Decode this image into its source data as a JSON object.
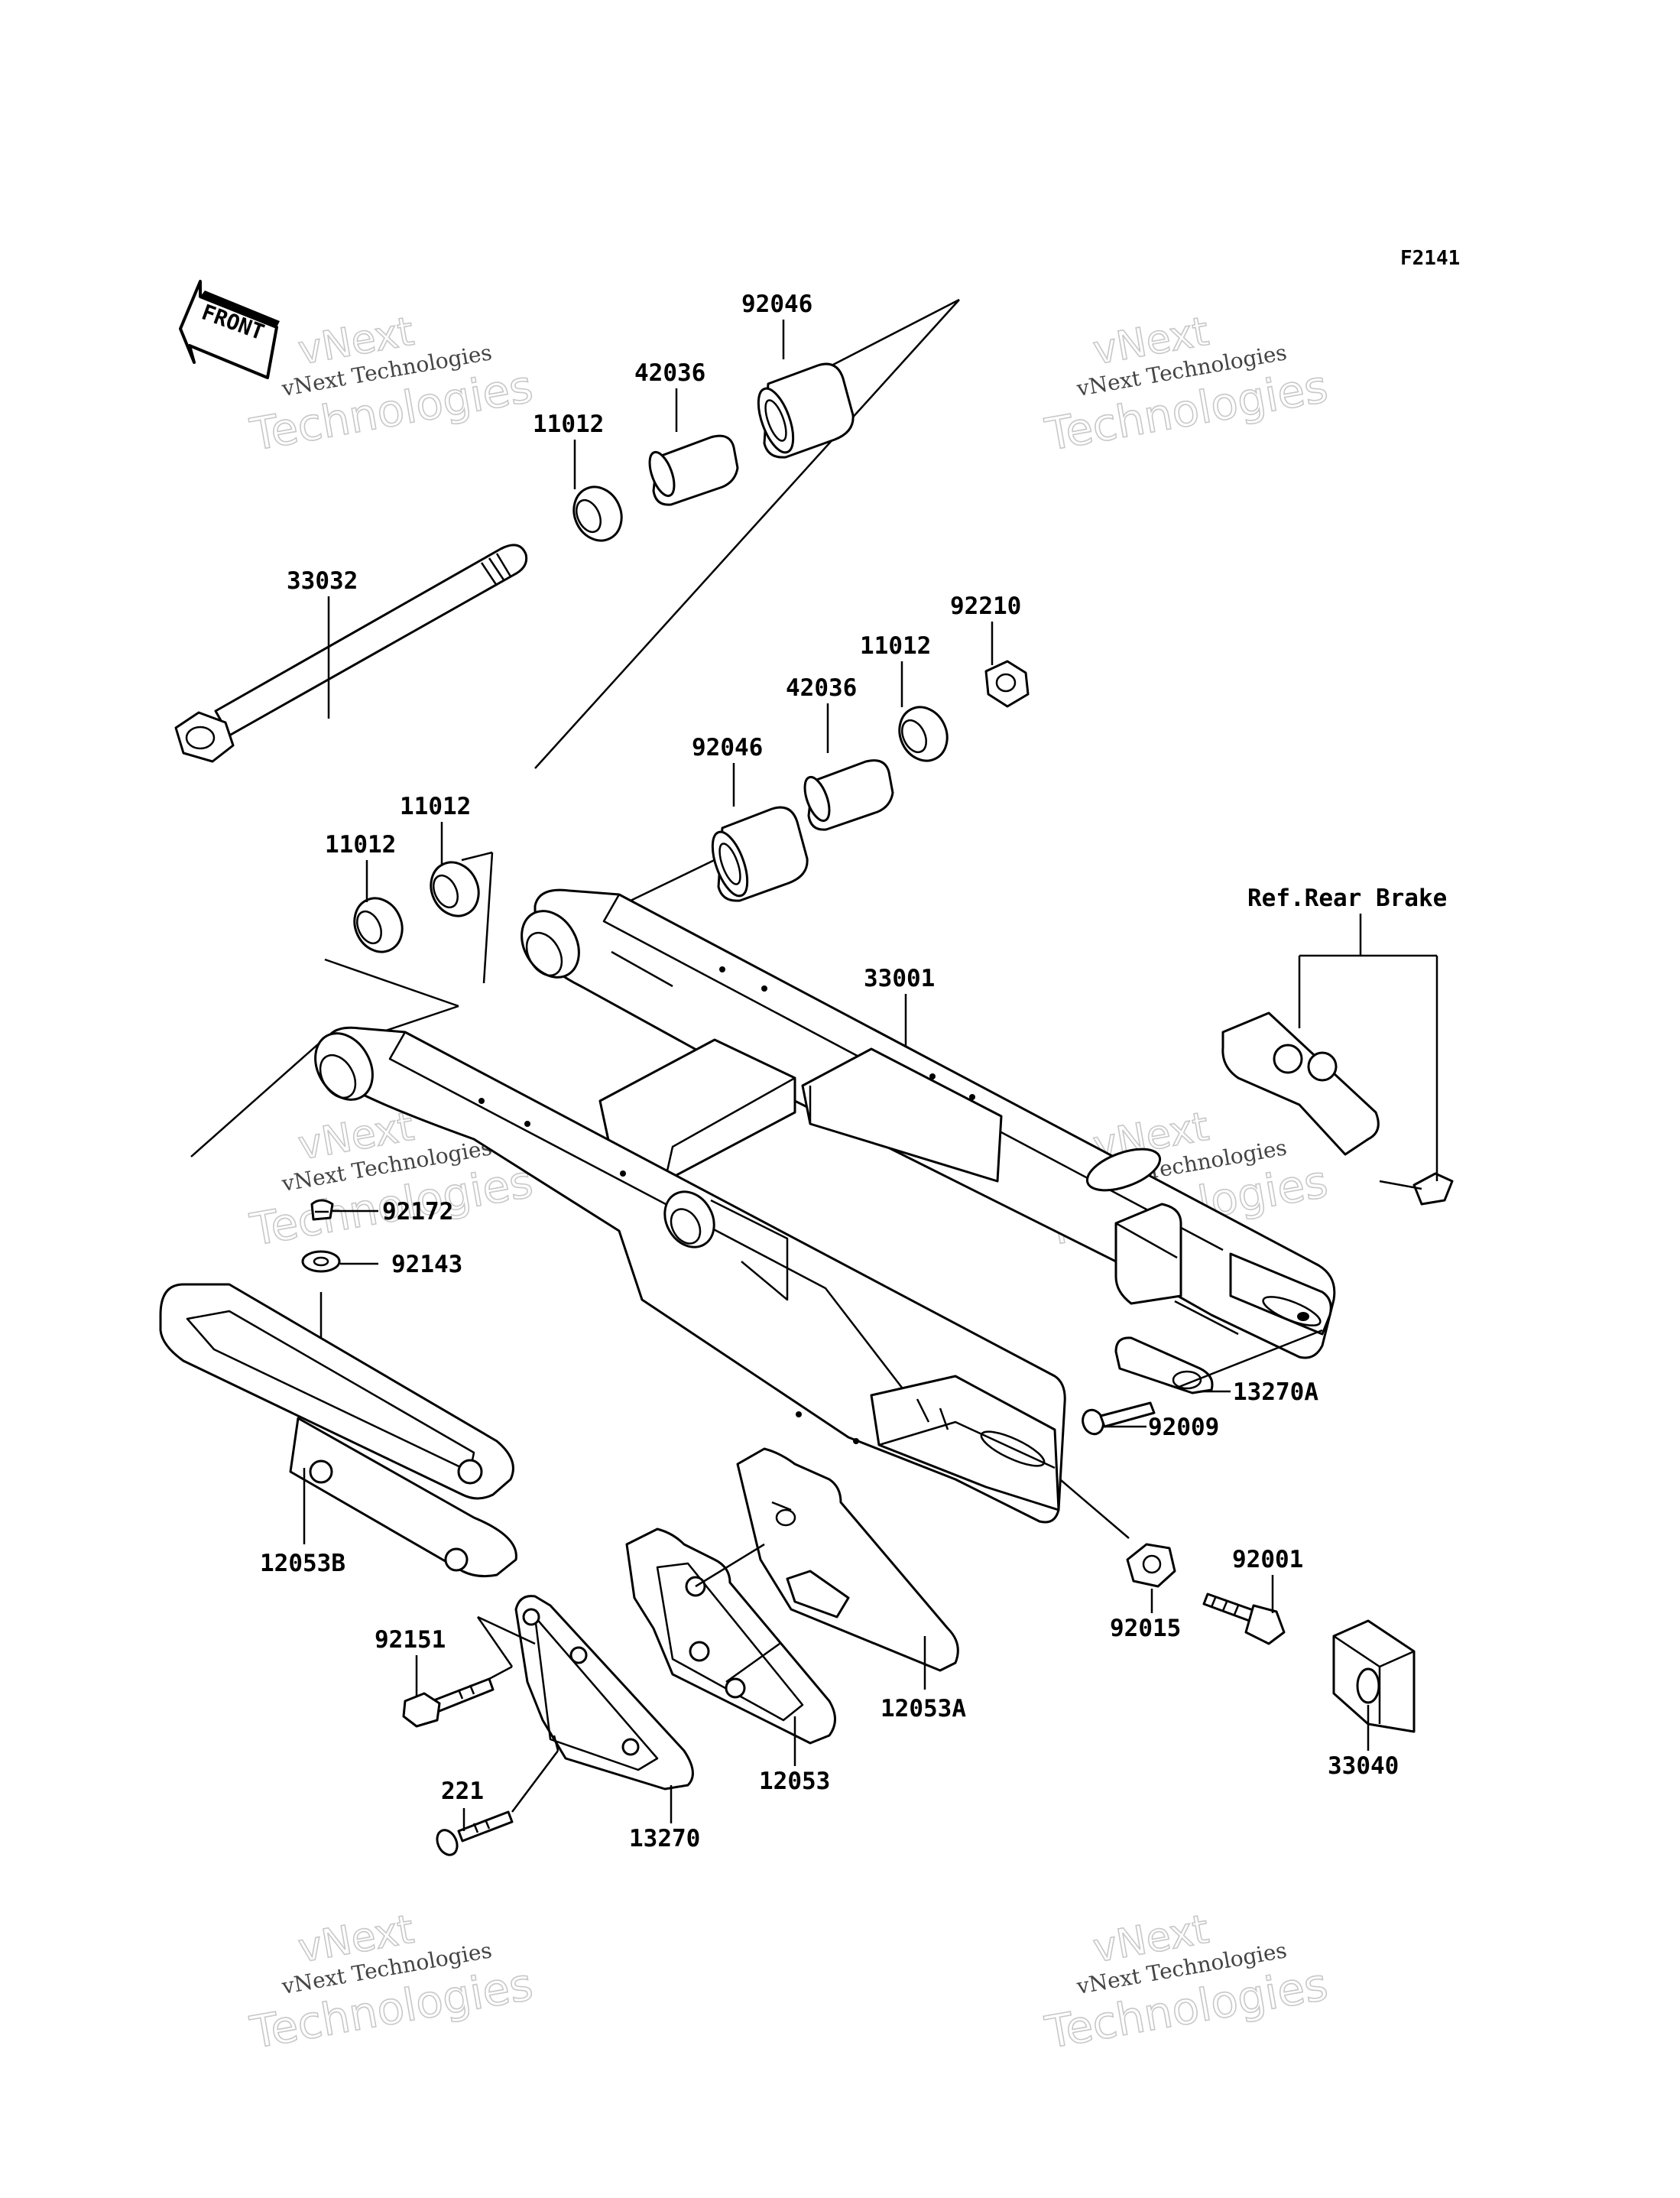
{
  "figure_code": "F2141",
  "front_badge": "FRONT",
  "reference_label": "Ref.Rear Brake",
  "watermark": {
    "line1": "vNext Technologies",
    "line2": "vNext",
    "line3": "Technologies"
  },
  "parts": {
    "p92046_top": "92046",
    "p42036_top": "42036",
    "p11012_top": "11012",
    "p33032": "33032",
    "p92210": "92210",
    "p11012_mid": "11012",
    "p42036_mid": "42036",
    "p92046_mid": "92046",
    "p11012_left_a": "11012",
    "p11012_left_b": "11012",
    "p33001": "33001",
    "p92172": "92172",
    "p92143": "92143",
    "p13270A": "13270A",
    "p92009": "92009",
    "p12053B": "12053B",
    "p92001": "92001",
    "p92015": "92015",
    "p92151": "92151",
    "p12053A": "12053A",
    "p33040": "33040",
    "p12053": "12053",
    "p221": "221",
    "p13270": "13270"
  }
}
